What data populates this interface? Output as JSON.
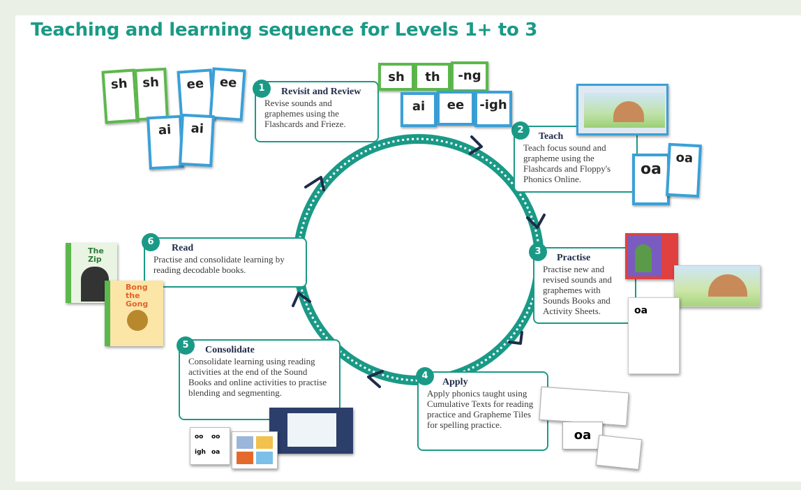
{
  "title": "Teaching and learning sequence for Levels 1+ to 3",
  "colors": {
    "accent": "#1a9a86",
    "heading": "#1f2b4a",
    "arrow": "#1f2b4a"
  },
  "steps": [
    {
      "number": "1",
      "heading": "Revisit and Review",
      "text": "Revise sounds and graphemes using the Flashcards and Frieze."
    },
    {
      "number": "2",
      "heading": "Teach",
      "text": "Teach focus sound and grapheme using the Flashcards and Floppy's Phonics Online."
    },
    {
      "number": "3",
      "heading": "Practise",
      "text": "Practise new and revised sounds and graphemes with Sounds Books and Activity Sheets."
    },
    {
      "number": "4",
      "heading": "Apply",
      "text": "Apply phonics taught using Cumulative Texts for reading practice and Grapheme Tiles for spelling practice."
    },
    {
      "number": "5",
      "heading": "Consolidate",
      "text": "Consolidate learning using reading activities at the end of the Sound Books and online activities to practise blending and segmenting."
    },
    {
      "number": "6",
      "heading": "Read",
      "text": "Practise and consolidate learning by reading decodable books."
    }
  ],
  "flashcards": {
    "sh": "sh",
    "ee": "ee",
    "ai": "ai",
    "frieze": [
      "sh",
      "th",
      "-ng",
      "ai",
      "ee",
      "-igh"
    ],
    "oa": "oa",
    "tiles": [
      "oo",
      "oo",
      "igh",
      "oa"
    ]
  },
  "books": {
    "book1": "The Zip",
    "book2": "Bong the Gong"
  }
}
